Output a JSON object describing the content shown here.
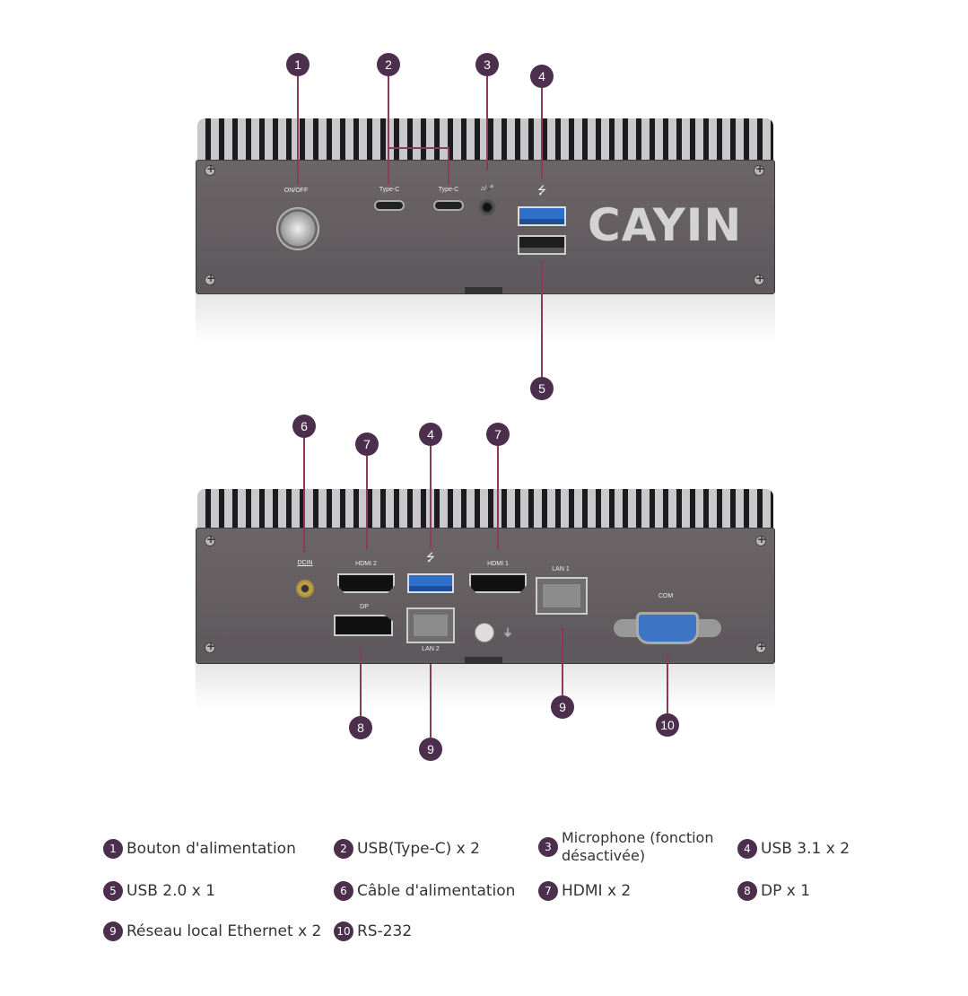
{
  "front_panel": {
    "power_label": "ON/OFF",
    "typec_label_1": "Type-C",
    "typec_label_2": "Type-C",
    "audio_label": "♫/🎤",
    "usb_symbol": "⭍",
    "brand": "CAYIN"
  },
  "rear_panel": {
    "dcin_label": "DCIN",
    "hdmi2_label": "HDMI 2",
    "hdmi1_label": "HDMI 1",
    "dp_label": "DP",
    "lan1_label": "LAN 1",
    "lan2_label": "LAN 2",
    "com_label": "COM",
    "usb_symbol": "⭍",
    "ground_symbol": "⏚"
  },
  "callouts": {
    "c1": "1",
    "c2": "2",
    "c3": "3",
    "c4": "4",
    "c5": "5",
    "c6": "6",
    "c7a": "7",
    "c4b": "4",
    "c7b": "7",
    "c8": "8",
    "c9a": "9",
    "c9b": "9",
    "c10": "10"
  },
  "legend": [
    {
      "num": "1",
      "text": "Bouton d'alimentation"
    },
    {
      "num": "2",
      "text": "USB(Type-C) x 2"
    },
    {
      "num": "3",
      "text": "Microphone (fonction désactivée)"
    },
    {
      "num": "4",
      "text": "USB 3.1 x 2"
    },
    {
      "num": "5",
      "text": "USB 2.0 x 1"
    },
    {
      "num": "6",
      "text": "Câble d'alimentation"
    },
    {
      "num": "7",
      "text": "HDMI x 2"
    },
    {
      "num": "8",
      "text": "DP x 1"
    },
    {
      "num": "9",
      "text": "Réseau local Ethernet x 2"
    },
    {
      "num": "10",
      "text": "RS-232"
    }
  ],
  "colors": {
    "badge": "#4b2f4c",
    "line": "#8b3a5a"
  }
}
